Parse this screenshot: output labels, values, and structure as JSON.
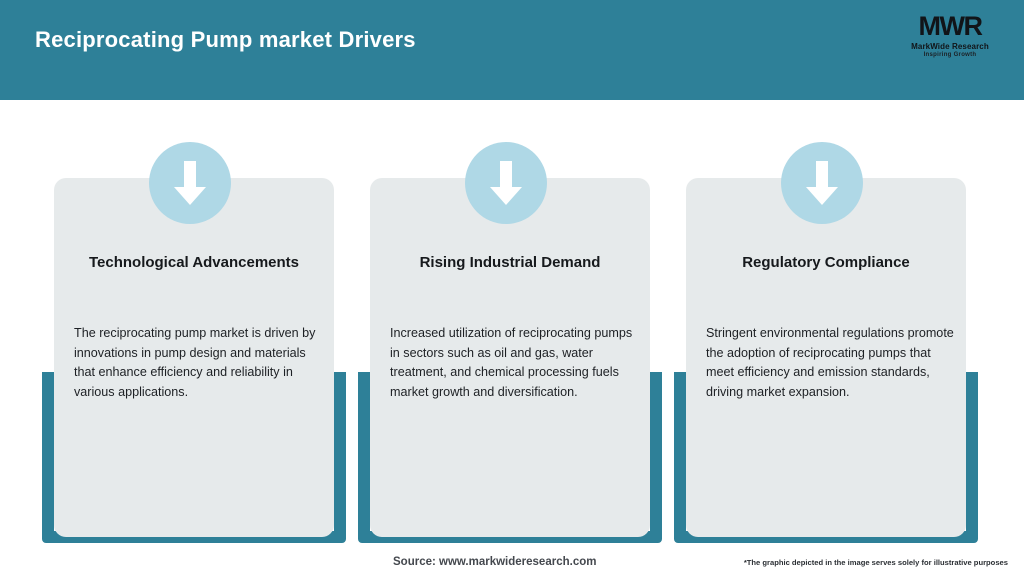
{
  "header": {
    "title": "Reciprocating Pump market Drivers",
    "background_color": "#2E8098",
    "logo": {
      "mark": "MWR",
      "name": "MarkWide Research",
      "tagline": "Inspiring Growth"
    }
  },
  "theme": {
    "accent": "#2E8098",
    "icon_circle": "#AFD8E6",
    "card_background": "#E6EAEB",
    "page_background": "#FFFFFF"
  },
  "cards": [
    {
      "icon": "down-arrow-icon",
      "title": "Technological Advancements",
      "body": "The reciprocating pump market is driven by innovations in pump design and materials that enhance efficiency and reliability in various applications."
    },
    {
      "icon": "down-arrow-icon",
      "title": "Rising Industrial Demand",
      "body": "Increased utilization of reciprocating pumps in sectors such as oil and gas, water treatment, and chemical processing fuels market growth and diversification."
    },
    {
      "icon": "down-arrow-icon",
      "title": "Regulatory Compliance",
      "body": "Stringent environmental regulations promote the adoption of reciprocating pumps that meet efficiency and emission standards, driving market expansion."
    }
  ],
  "footer": {
    "source": "Source: www.markwideresearch.com",
    "disclaimer": "*The graphic depicted in the image serves solely for illustrative purposes"
  }
}
